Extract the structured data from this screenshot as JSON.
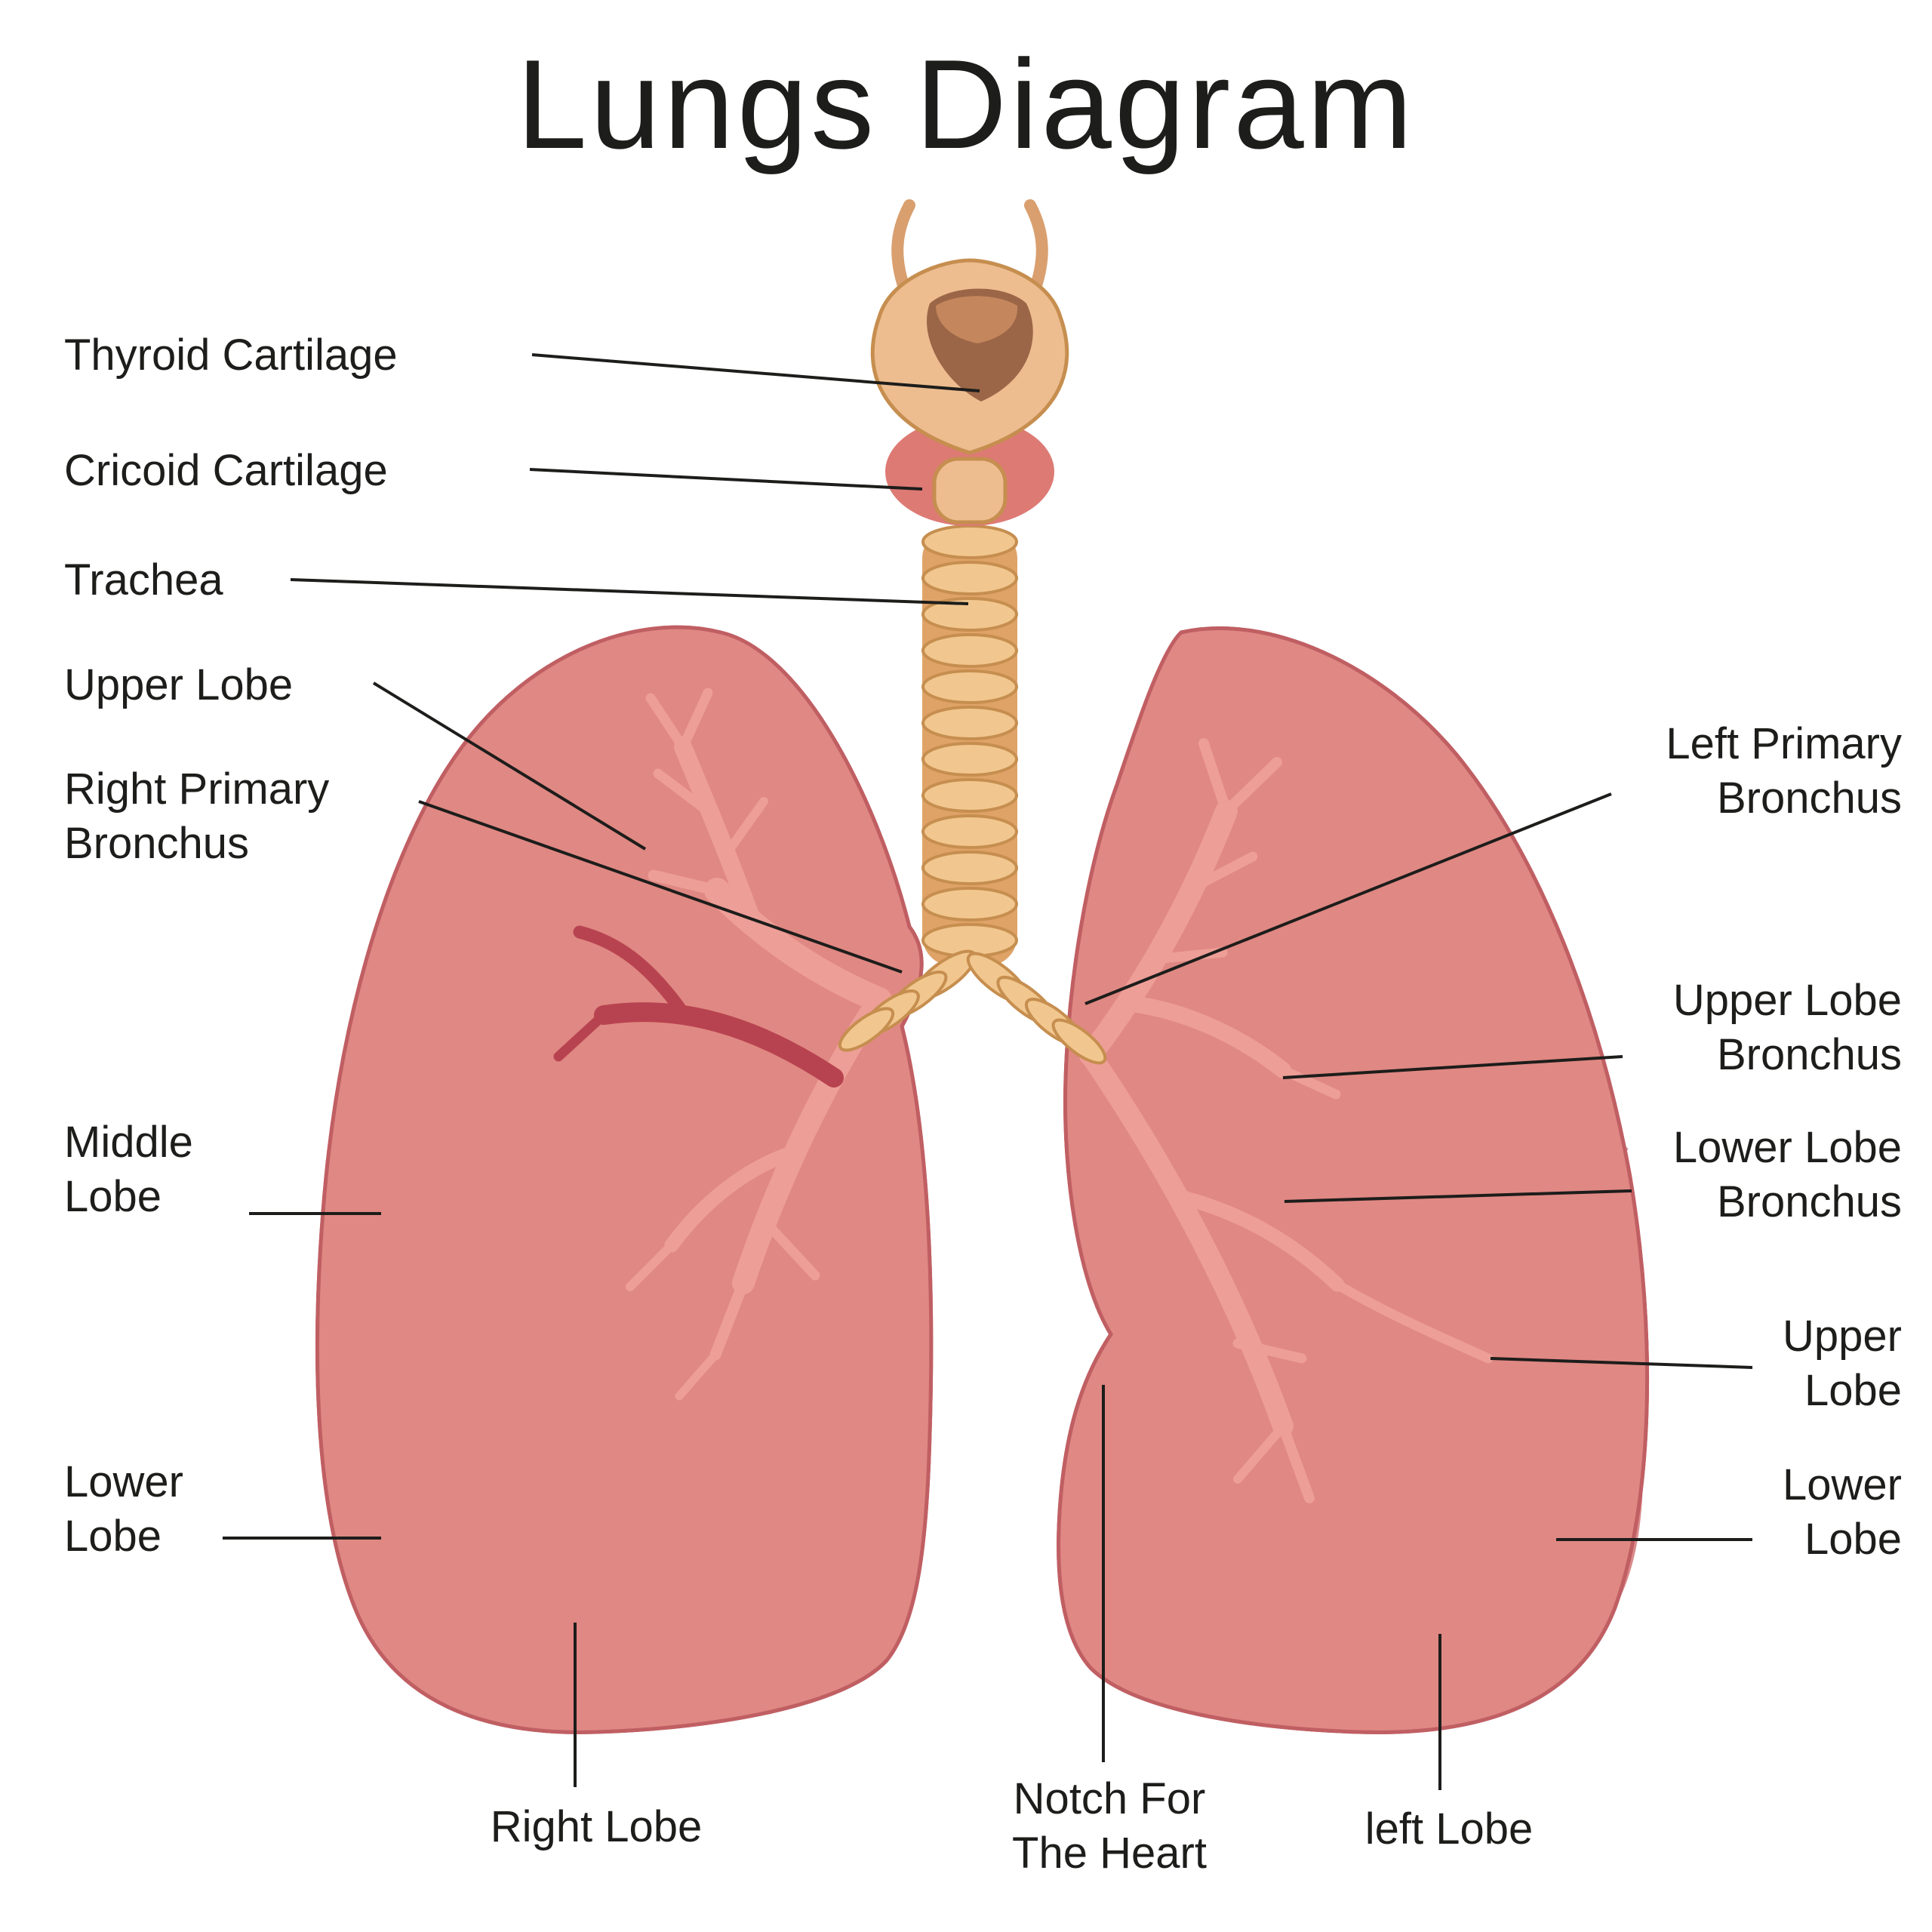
{
  "title": "Lungs Diagram",
  "labels": {
    "thyroid_cartilage": "Thyroid Cartilage",
    "cricoid_cartilage": "Cricoid Cartilage",
    "trachea": "Trachea",
    "upper_lobe_right_lung": "Upper Lobe",
    "right_primary_bronchus": "Right Primary\nBronchus",
    "middle_lobe": "Middle\nLobe",
    "lower_lobe_right_lung": "Lower\nLobe",
    "left_primary_bronchus": "Left Primary\nBronchus",
    "upper_lobe_bronchus": "Upper Lobe\nBronchus",
    "lower_lobe_bronchus": "Lower Lobe\nBronchus",
    "upper_lobe_left_lung": "Upper\nLobe",
    "lower_lobe_left_lung": "Lower\nLobe",
    "right_lobe": "Right Lobe",
    "notch_for_the_heart": "Notch For\nThe Heart",
    "left_lobe": "left Lobe"
  },
  "colors": {
    "lung_outer": "#e08883",
    "lung_dark": "#cf6a6c",
    "lung_inner_window": "#f2b29a",
    "bronchus_vessel": "#ed9e97",
    "dark_vessel": "#b84350",
    "trachea_tube": "#f1c78f",
    "trachea_outline": "#c68e4f",
    "leader_line": "#1d1d1b",
    "text": "#1d1d1b",
    "background": "#ffffff"
  }
}
